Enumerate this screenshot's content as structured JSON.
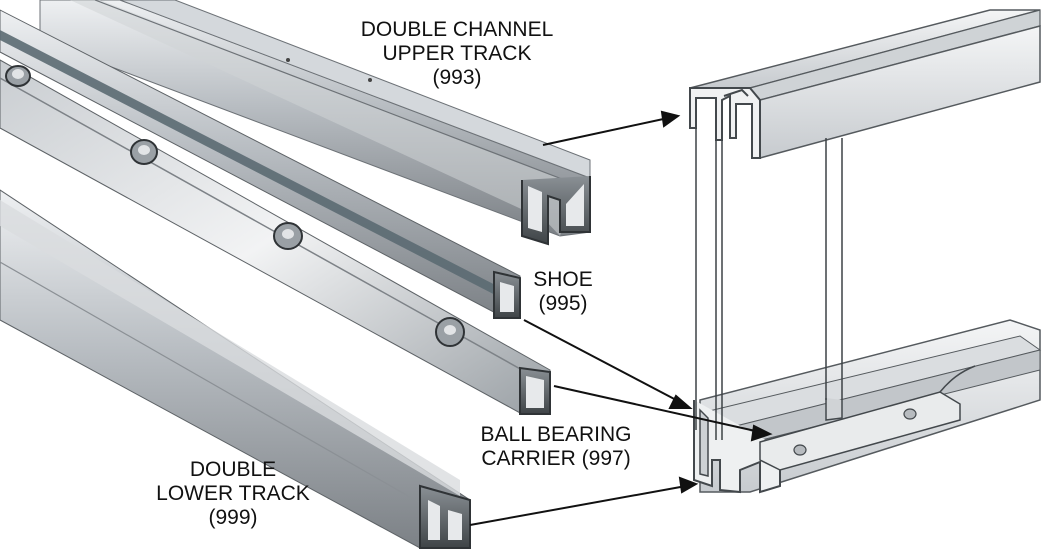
{
  "labels": {
    "upper_track": {
      "line1": "DOUBLE CHANNEL",
      "line2": "UPPER TRACK",
      "line3": "(993)"
    },
    "shoe": {
      "line1": "SHOE",
      "line2": "(995)"
    },
    "ball_bearing": {
      "line1": "BALL BEARING",
      "line2": "CARRIER (997)"
    },
    "lower_track": {
      "line1": "DOUBLE",
      "line2": "LOWER TRACK",
      "line3": "(999)"
    }
  },
  "colors": {
    "metal_light": "#d9dcdf",
    "metal_mid": "#a8adb2",
    "metal_dark": "#5e6368",
    "diagram_fill": "#eceef0",
    "diagram_stroke": "#555a5e",
    "ink": "#111111"
  }
}
